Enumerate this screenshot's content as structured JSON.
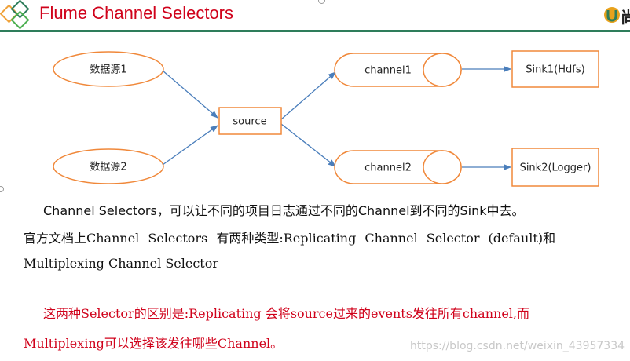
{
  "header": {
    "title": "Flume Channel Selectors",
    "brand_text": "尚"
  },
  "diagram": {
    "nodes": {
      "datasource1": "数据源1",
      "datasource2": "数据源2",
      "source": "source",
      "channel1": "channel1",
      "channel2": "channel2",
      "sink1": "Sink1(Hdfs)",
      "sink2": "Sink2(Logger)"
    }
  },
  "body": {
    "paragraph1": "Channel Selectors，可以让不同的项目日志通过不同的Channel到不同的Sink中去。",
    "paragraph2": "官方文档上Channel Selectors 有两种类型:Replicating Channel Selector (default)和",
    "paragraph3": "Multiplexing Channel Selector",
    "paragraph4": "这两种Selector的区别是:Replicating  会将source过来的events发往所有channel,而",
    "paragraph5": "Multiplexing可以选择该发往哪些Channel。"
  },
  "watermark": "https://blog.csdn.net/weixin_43957334",
  "colors": {
    "title": "#d0021b",
    "accent_orange": "#f0883a",
    "arrow_blue": "#4a7ebb",
    "header_rule": "#2e7d5b"
  }
}
